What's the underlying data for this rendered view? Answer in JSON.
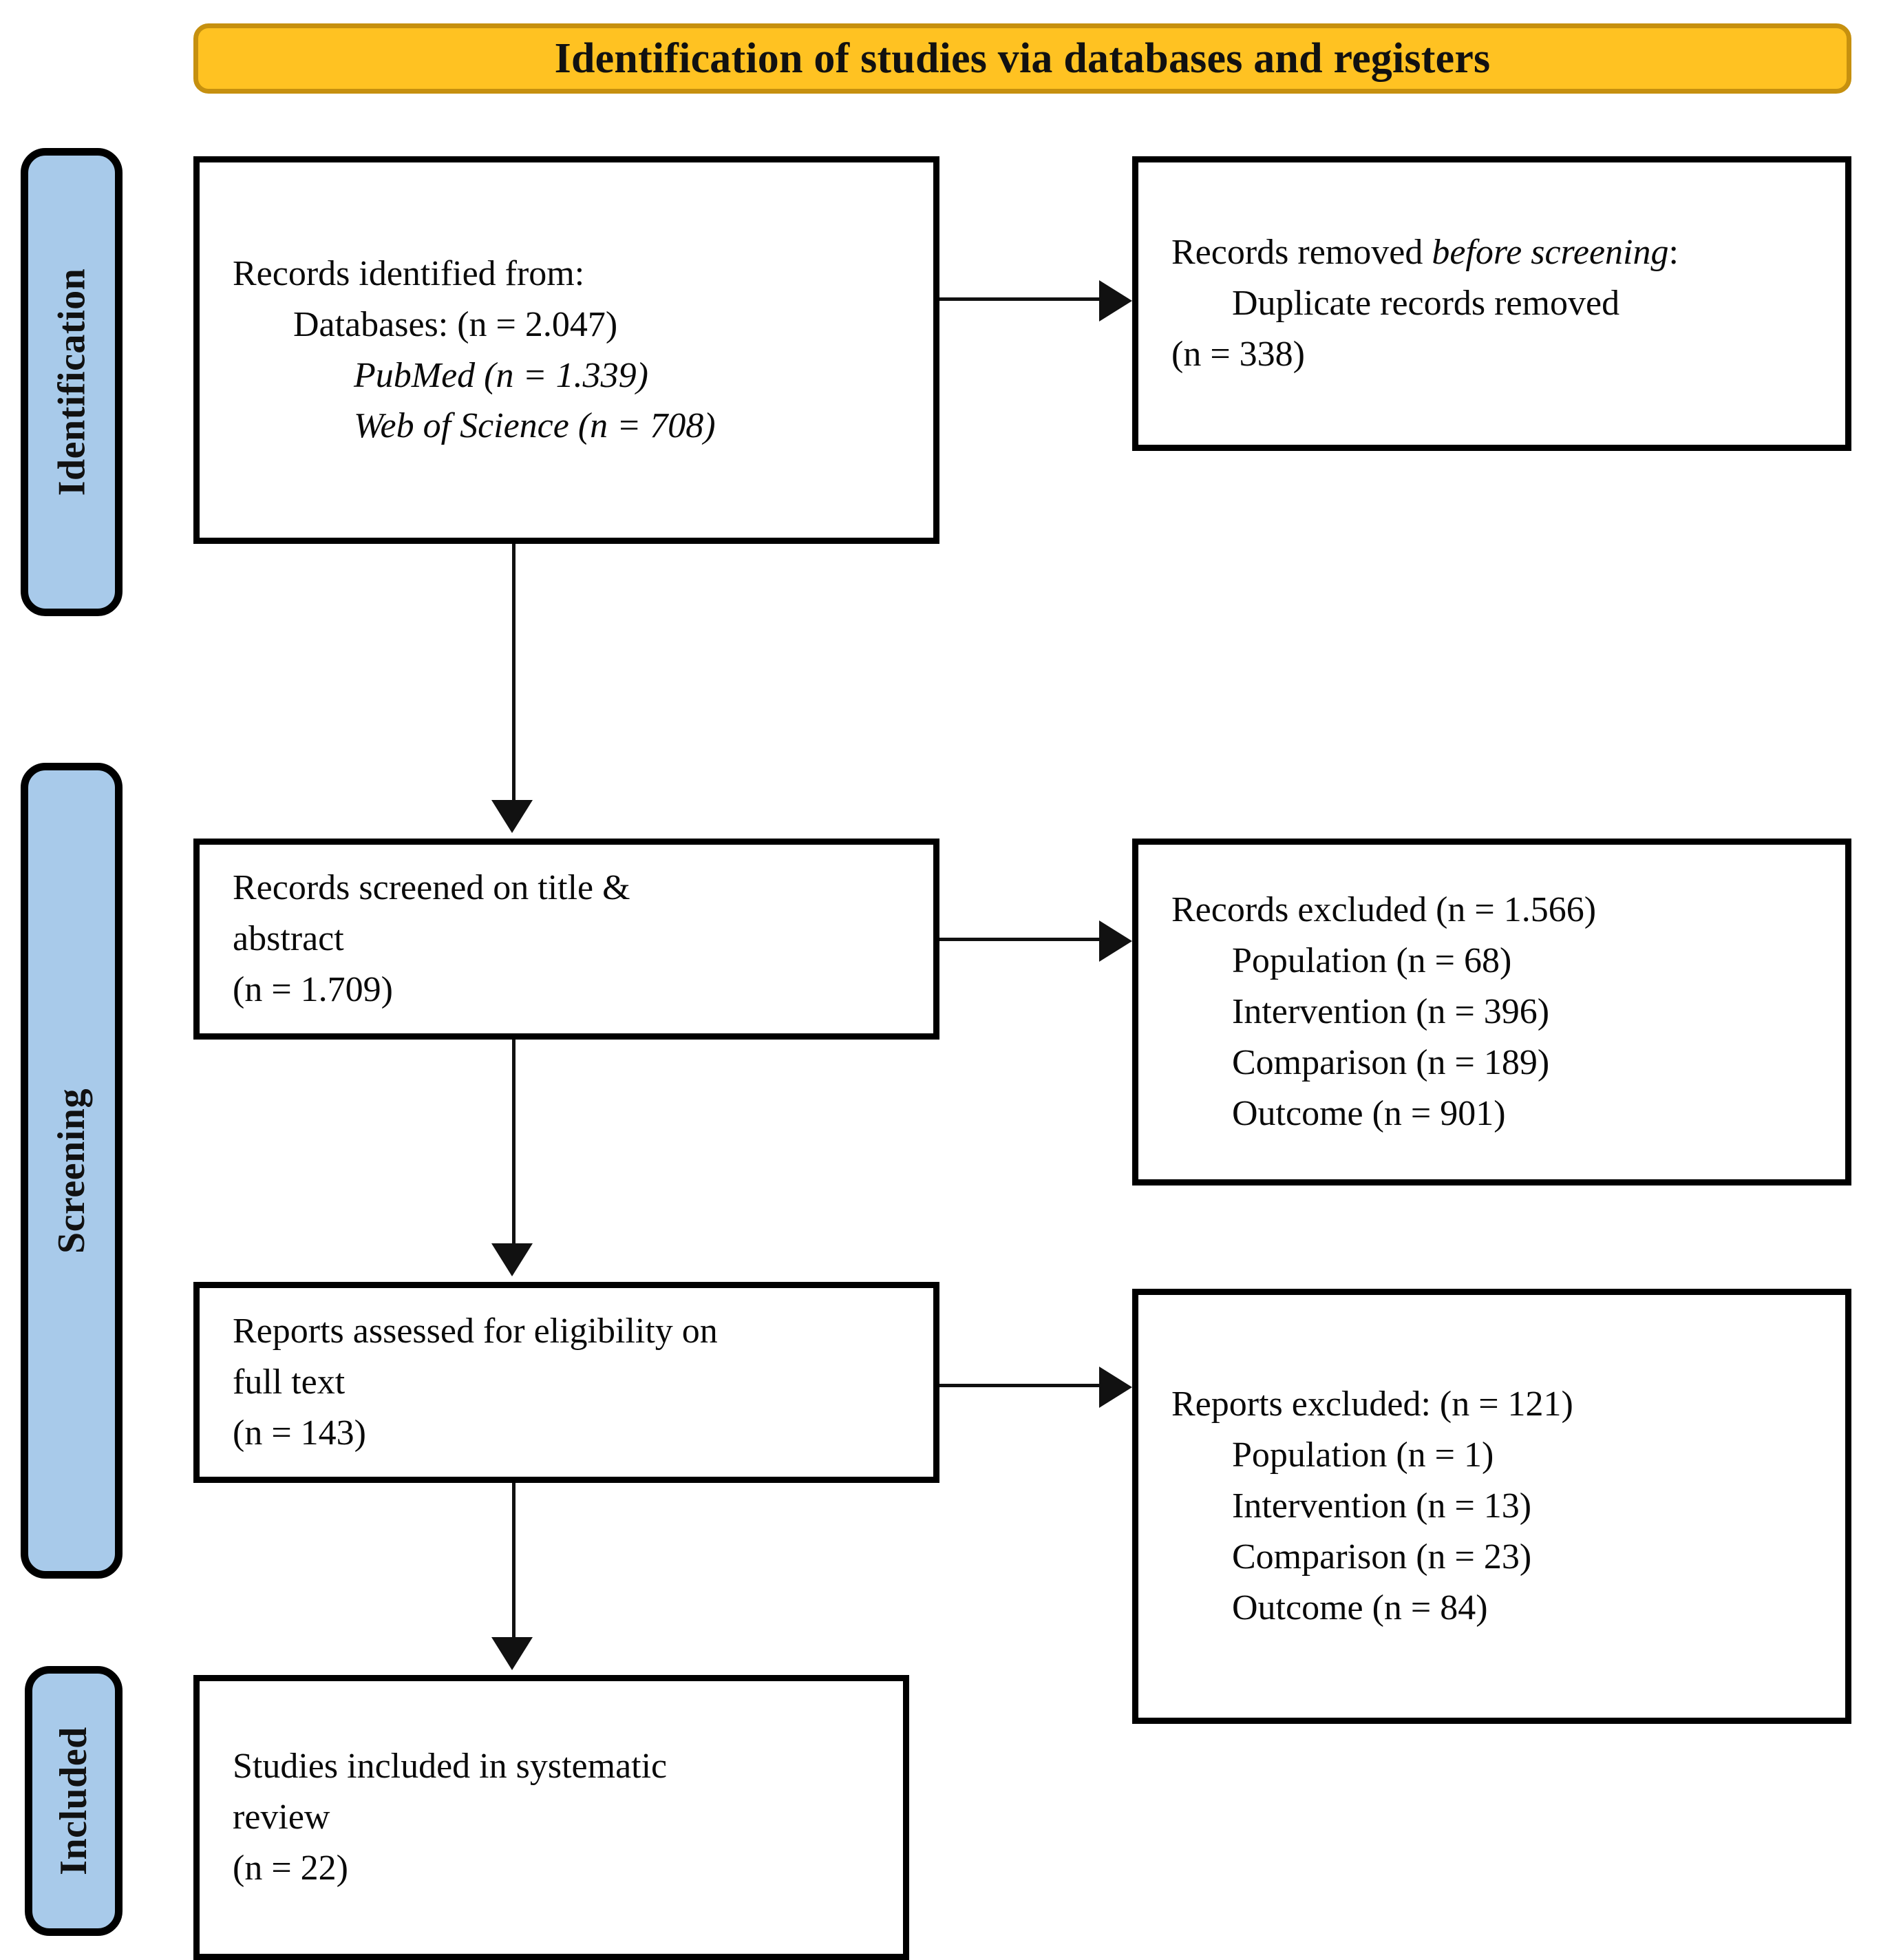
{
  "header": {
    "title": "Identification of studies via databases and registers",
    "bg_color": "#FFC222",
    "border_color": "#C6900F"
  },
  "stages": [
    {
      "id": "identification",
      "label": "Identification",
      "bg_color": "#A8CAEA"
    },
    {
      "id": "screening",
      "label": "Screening",
      "bg_color": "#A8CAEA"
    },
    {
      "id": "included",
      "label": "Included",
      "bg_color": "#A8CAEA"
    }
  ],
  "boxes": {
    "identified": {
      "name": "records-identified",
      "lines": [
        "Records identified from:",
        "Databases: (n = 2.047)",
        "PubMed (n = 1.339)",
        "Web of Science (n = 708)"
      ]
    },
    "removed": {
      "name": "records-removed-before-screening",
      "lines": [
        "Records removed before screening:",
        "Duplicate records removed",
        "(n = 338)"
      ],
      "title_prefix": "Records removed ",
      "title_emphasis": "before screening",
      "title_suffix": ":"
    },
    "screened": {
      "name": "records-screened",
      "lines": [
        "Records screened on title &",
        "abstract",
        "(n = 1.709)"
      ]
    },
    "records_excluded": {
      "name": "records-excluded",
      "lines": [
        "Records excluded (n = 1.566)",
        "Population (n = 68)",
        "Intervention (n = 396)",
        "Comparison (n = 189)",
        "Outcome (n = 901)"
      ]
    },
    "assessed": {
      "name": "reports-assessed",
      "lines": [
        "Reports assessed for eligibility on",
        "full text",
        "(n = 143)"
      ]
    },
    "reports_excluded": {
      "name": "reports-excluded",
      "lines": [
        "Reports excluded: (n = 121)",
        "Population (n = 1)",
        "Intervention (n = 13)",
        "Comparison (n = 23)",
        "Outcome (n = 84)"
      ]
    },
    "included": {
      "name": "studies-included",
      "lines": [
        "Studies included in systematic",
        "review",
        "(n = 22)"
      ]
    }
  },
  "chart_data": {
    "type": "diagram",
    "title": "Identification of studies via databases and registers",
    "flow": [
      {
        "stage": "Identification",
        "node": "Records identified from: Databases",
        "n": 2047,
        "sources": [
          {
            "name": "PubMed",
            "n": 1339
          },
          {
            "name": "Web of Science",
            "n": 708
          }
        ]
      },
      {
        "stage": "Identification",
        "node": "Duplicate records removed before screening",
        "n": 338
      },
      {
        "stage": "Screening",
        "node": "Records screened on title & abstract",
        "n": 1709
      },
      {
        "stage": "Screening",
        "node": "Records excluded",
        "n": 1566,
        "reasons": [
          {
            "reason": "Population",
            "n": 68
          },
          {
            "reason": "Intervention",
            "n": 396
          },
          {
            "reason": "Comparison",
            "n": 189
          },
          {
            "reason": "Outcome",
            "n": 901
          }
        ]
      },
      {
        "stage": "Screening",
        "node": "Reports assessed for eligibility on full text",
        "n": 143
      },
      {
        "stage": "Screening",
        "node": "Reports excluded",
        "n": 121,
        "reasons": [
          {
            "reason": "Population",
            "n": 1
          },
          {
            "reason": "Intervention",
            "n": 13
          },
          {
            "reason": "Comparison",
            "n": 23
          },
          {
            "reason": "Outcome",
            "n": 84
          }
        ]
      },
      {
        "stage": "Included",
        "node": "Studies included in systematic review",
        "n": 22
      }
    ]
  }
}
